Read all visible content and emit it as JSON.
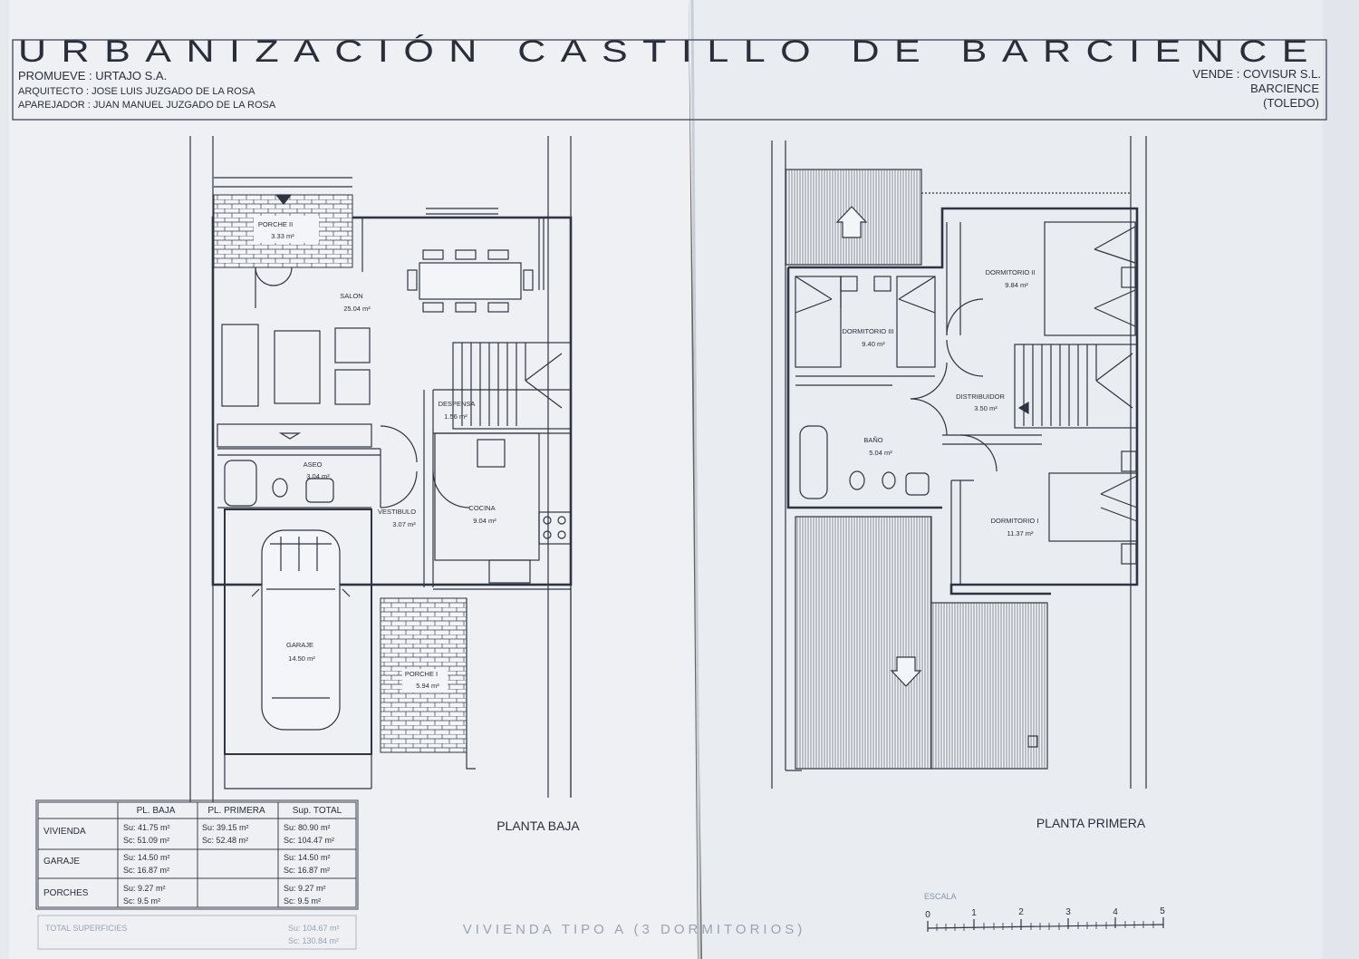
{
  "header": {
    "title": "URBANIZACIÓN CASTILLO DE BARCIENCE",
    "promueve": "PROMUEVE : URTAJO S.A.",
    "arquitecto": "ARQUITECTO : JOSE LUIS JUZGADO DE LA ROSA",
    "aparejador": "APAREJADOR : JUAN MANUEL JUZGADO DE LA ROSA",
    "vende": "VENDE : COVISUR S.L.",
    "town": "BARCIENCE",
    "province": "(TOLEDO)"
  },
  "planta_baja": {
    "title": "PLANTA BAJA",
    "rooms": [
      {
        "name": "PORCHE II",
        "area": "3.33 m²"
      },
      {
        "name": "SALON",
        "area": "25.04 m²"
      },
      {
        "name": "DESPENSA",
        "area": "1.56 m²"
      },
      {
        "name": "ASEO",
        "area": "3.04 m²"
      },
      {
        "name": "VESTIBULO",
        "area": "3.07 m²"
      },
      {
        "name": "COCINA",
        "area": "9.04 m²"
      },
      {
        "name": "GARAJE",
        "area": "14.50 m²"
      },
      {
        "name": "PORCHE I",
        "area": "5.94 m²"
      }
    ]
  },
  "planta_primera": {
    "title": "PLANTA PRIMERA",
    "rooms": [
      {
        "name": "DORMITORIO II",
        "area": "9.84 m²"
      },
      {
        "name": "DORMITORIO III",
        "area": "9.40 m²"
      },
      {
        "name": "DISTRIBUIDOR",
        "area": "3.50 m²"
      },
      {
        "name": "BAÑO",
        "area": "5.04 m²"
      },
      {
        "name": "DORMITORIO I",
        "area": "11.37 m²"
      }
    ]
  },
  "surface_table": {
    "headers": [
      "PL. BAJA",
      "PL. PRIMERA",
      "Sup. TOTAL"
    ],
    "rows": [
      {
        "label": "VIVIENDA",
        "baja_su": "Su:  41.75 m²",
        "baja_sc": "Sc:  51.09 m²",
        "primera_su": "Su:  39.15 m²",
        "primera_sc": "Sc:  52.48 m²",
        "total_su": "Su:  80.90 m²",
        "total_sc": "Sc: 104.47 m²"
      },
      {
        "label": "GARAJE",
        "baja_su": "Su:  14.50 m²",
        "baja_sc": "Sc:  16.87 m²",
        "primera_su": "",
        "primera_sc": "",
        "total_su": "Su:  14.50 m²",
        "total_sc": "Sc:  16.87 m²"
      },
      {
        "label": "PORCHES",
        "baja_su": "Su:   9.27 m²",
        "baja_sc": "Sc:    9.5 m²",
        "primera_su": "",
        "primera_sc": "",
        "total_su": "Su:   9.27 m²",
        "total_sc": "Sc:    9.5 m²"
      }
    ],
    "total_label": "TOTAL SUPERFICIES",
    "total_su": "Su: 104.67 m²",
    "total_sc": "Sc: 130.84 m²"
  },
  "footer": {
    "vivienda_type": "VIVIENDA TIPO A (3 DORMITORIOS)",
    "scale_label": "ESCALA",
    "scale_ticks": [
      "0",
      "1",
      "2",
      "3",
      "4",
      "5"
    ]
  }
}
